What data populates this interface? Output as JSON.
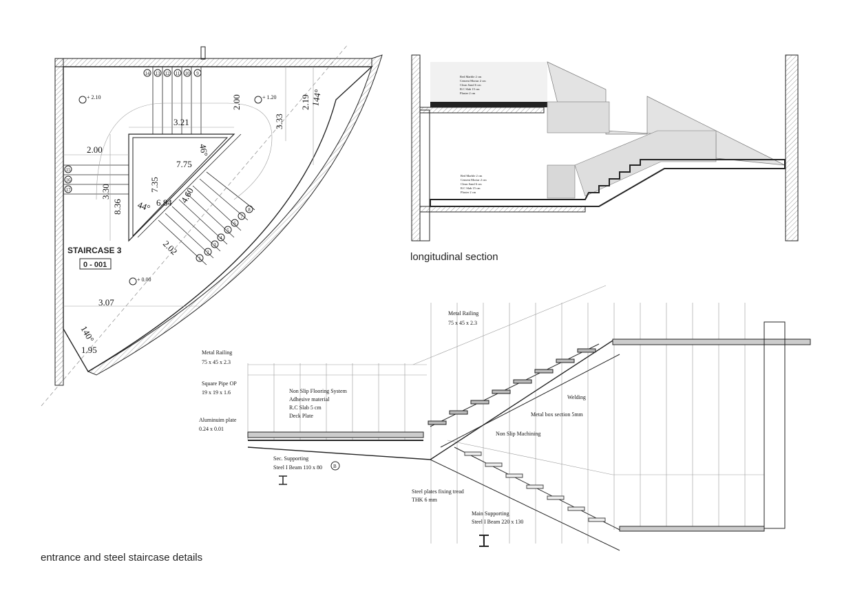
{
  "plan": {
    "title": "STAIRCASE 3",
    "room_code": "0 - 001",
    "levels": [
      "+ 2.10",
      "+ 1.20",
      "+ 0.00"
    ],
    "dimensions": [
      "3.21",
      "2.00",
      "3.33",
      "2.19",
      "2.00",
      "7.75",
      "7.35",
      "3.30",
      "8.36",
      "6.84",
      "4.60",
      "2.02",
      "3.07",
      "1.95"
    ],
    "angles": [
      "144°",
      "46°",
      "44°",
      "140°"
    ],
    "step_numbers": [
      "1",
      "2",
      "3",
      "4",
      "5",
      "6",
      "7",
      "8",
      "9",
      "10",
      "11",
      "12",
      "13",
      "14",
      "15",
      "16",
      "17"
    ]
  },
  "section": {
    "caption": "longitudinal section",
    "layers_upper": [
      "Red Marble 2 cm",
      "Cement Mortar 2 cm",
      "Clean Sand 6 cm",
      "R.C Slab 15 cm",
      "Plaster 2 cm"
    ],
    "layers_lower": [
      "Red Marble 2 cm",
      "Cement Mortar 2 cm",
      "Clean Sand 6 cm",
      "R.C Slab 15 cm",
      "Plaster 2 cm"
    ]
  },
  "detail": {
    "caption": "entrance and steel staircase details",
    "labels": {
      "railing_left": [
        "Metal Railing",
        "75 x 45 x 2.3"
      ],
      "square_pipe": [
        "Square Pipe OP",
        "19 x 19 x 1.6"
      ],
      "aluminium": [
        "Aluminuim plate",
        "0.24 x 0.01"
      ],
      "flooring": [
        "Non Slip Flooring System",
        "Adhesive material",
        "R.C Slab 5 cm",
        "Deck Plate"
      ],
      "sec_support": [
        "Sec. Supporting",
        "Steel I Beam 110 x 80"
      ],
      "grid_b": "B",
      "railing_top": [
        "Metal Railing",
        "75 x 45 x 2.3"
      ],
      "welding": "Welding",
      "metal_box": "Metal box section 5mm",
      "non_slip": "Non Slip Machining",
      "plates": [
        "Steel plates fixing tread",
        "THK 6 mm"
      ],
      "main_support": [
        "Main Supporting",
        "Steel I Beam 220 x 130"
      ]
    }
  }
}
